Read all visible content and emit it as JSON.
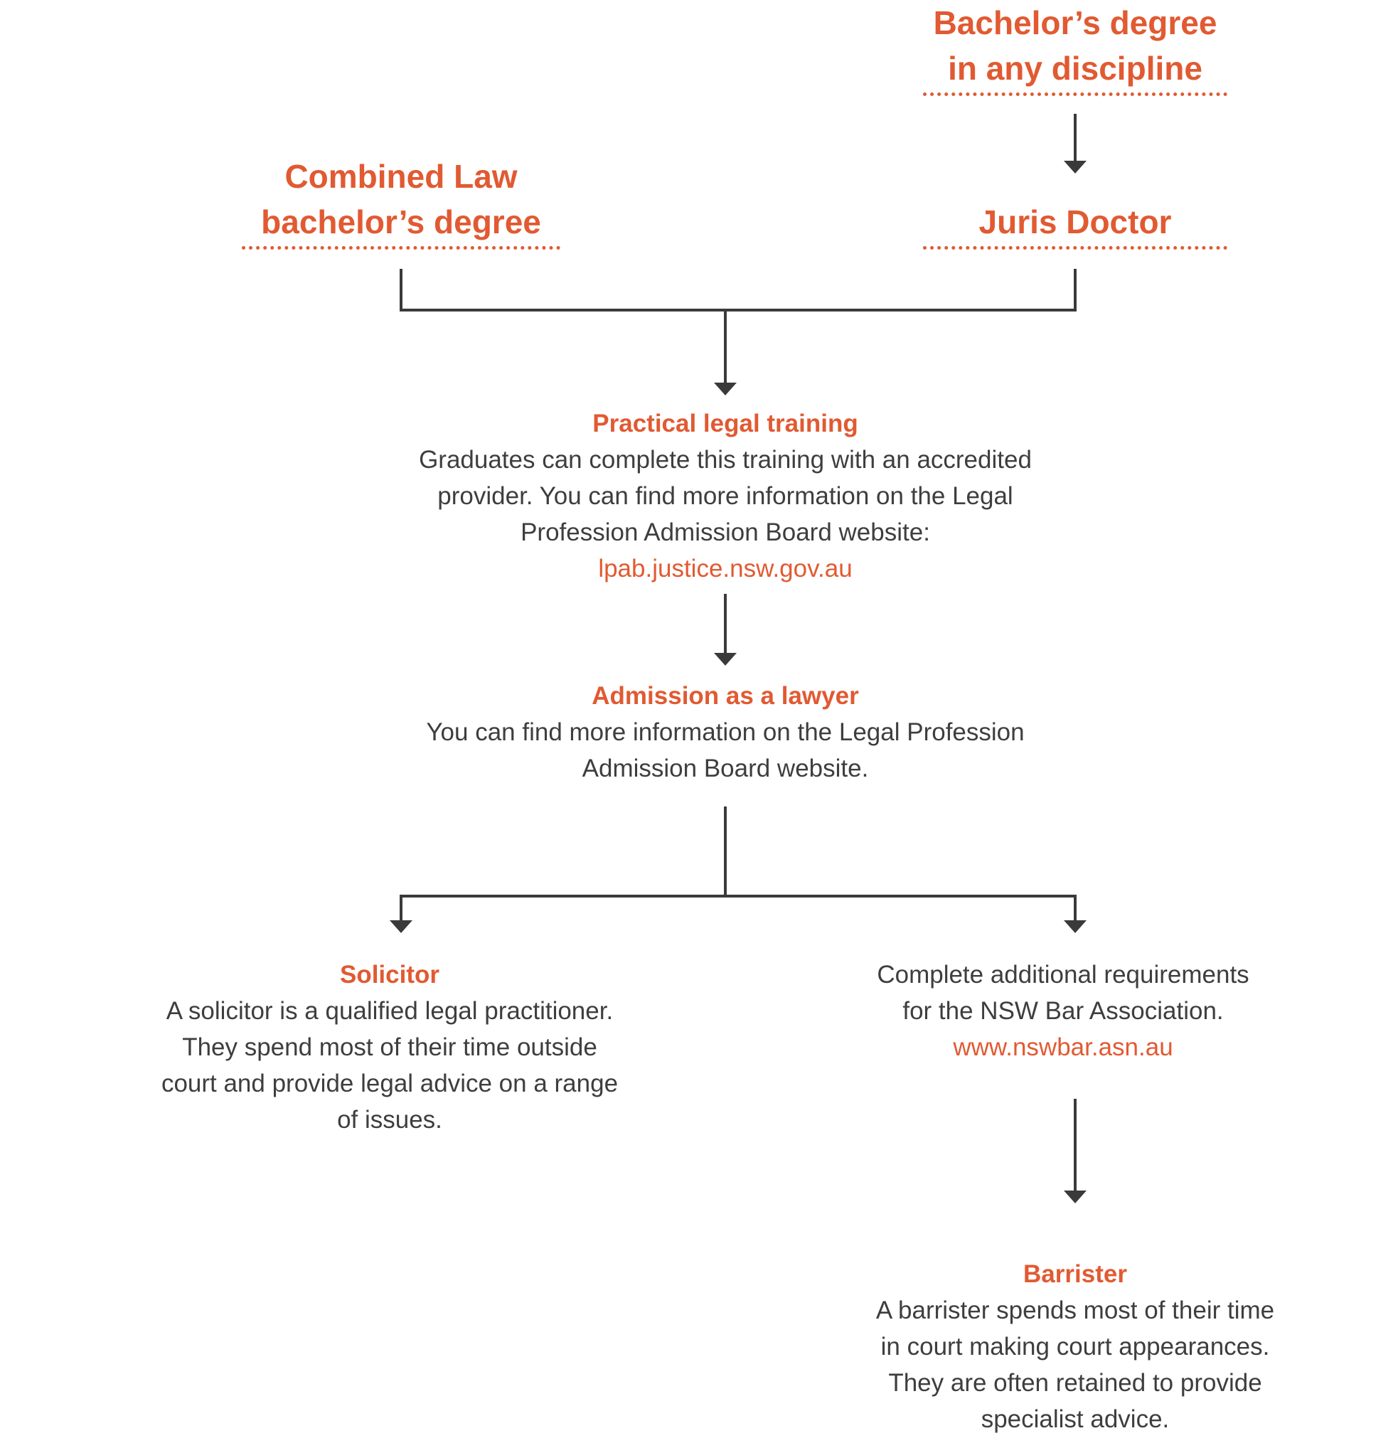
{
  "colors": {
    "accent": "#e15a32",
    "text": "#3e3e3e",
    "line": "#3a3a3a"
  },
  "nodes": {
    "bachelor": {
      "title_line1": "Bachelor’s degree",
      "title_line2": "in any discipline"
    },
    "combined_law": {
      "title_line1": "Combined Law",
      "title_line2": "bachelor’s degree"
    },
    "juris_doctor": {
      "title": "Juris Doctor"
    },
    "practical_training": {
      "title": "Practical legal training",
      "line1": "Graduates can complete this training with an accredited",
      "line2": "provider. You can find more information on the Legal",
      "line3": "Profession Admission Board website:",
      "link": "lpab.justice.nsw.gov.au"
    },
    "admission": {
      "title": "Admission as a lawyer",
      "line1": "You can find more information on the Legal Profession",
      "line2": "Admission Board website."
    },
    "solicitor": {
      "title": "Solicitor",
      "line1": "A solicitor is a qualified legal practitioner.",
      "line2": "They spend most of their time outside",
      "line3": "court and provide legal advice on a range",
      "line4": "of issues."
    },
    "bar_requirements": {
      "line1": "Complete additional requirements",
      "line2": "for the NSW Bar Association.",
      "link": "www.nswbar.asn.au"
    },
    "barrister": {
      "title": "Barrister",
      "line1": "A barrister spends most of their time",
      "line2": "in court making court appearances.",
      "line3": "They are often retained to provide",
      "line4": "specialist advice."
    }
  }
}
